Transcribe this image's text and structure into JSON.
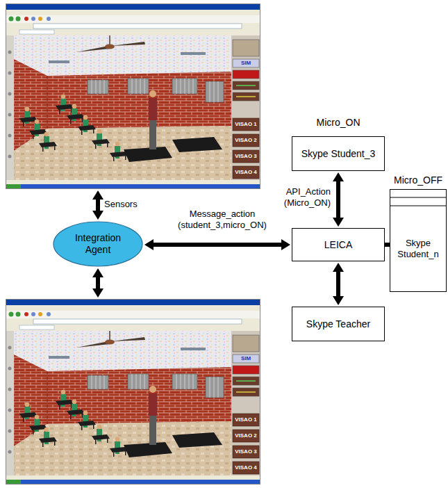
{
  "diagram": {
    "nodes": [
      {
        "text": [
          "SIM",
          "VISAO 1",
          "VISAO 2",
          "VISAO 3",
          "VISAO 4"
        ]
      },
      {
        "text": [
          "Micro_ON",
          "Skype Student_3"
        ]
      },
      {
        "text": [
          "Integration Agent"
        ]
      },
      {
        "text": [
          "LEICA"
        ]
      },
      {
        "text": [
          "Micro_OFF",
          "Skype Student_n"
        ]
      },
      {
        "text": [
          "Skype Teacher"
        ]
      },
      {
        "text": [
          "SIM",
          "VISAO 1",
          "VISAO 2",
          "VISAO 3",
          "VISAO 4"
        ]
      }
    ],
    "edges": [
      {
        "from": 0,
        "to": 2,
        "label": "Sensors",
        "arrow": "both"
      },
      {
        "from": 2,
        "to": 6,
        "arrow": "both"
      },
      {
        "from": 2,
        "to": 3,
        "label": "Message_action (student_3,micro_ON)",
        "arrow": "both"
      },
      {
        "from": 3,
        "to": 1,
        "label": "API_Action (Micro_ON)",
        "arrow": "both"
      },
      {
        "from": 3,
        "to": 4,
        "arrow": "both"
      },
      {
        "from": 3,
        "to": 5,
        "arrow": "both"
      }
    ]
  }
}
